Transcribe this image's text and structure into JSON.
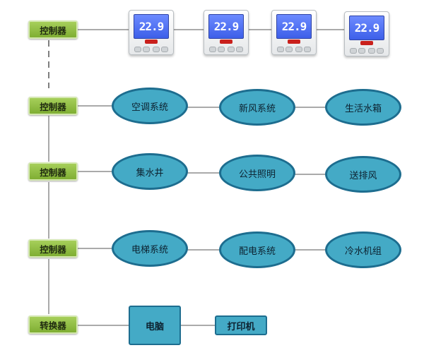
{
  "diagram": {
    "controllers": [
      {
        "label": "控制器"
      },
      {
        "label": "控制器"
      },
      {
        "label": "控制器"
      },
      {
        "label": "控制器"
      },
      {
        "label": "转换器"
      }
    ],
    "thermostats": [
      {
        "reading": "22.9"
      },
      {
        "reading": "22.9"
      },
      {
        "reading": "22.9"
      },
      {
        "reading": "22.9"
      }
    ],
    "row2": [
      "空调系统",
      "新风系统",
      "生活水箱"
    ],
    "row3": [
      "集水井",
      "公共照明",
      "送排风"
    ],
    "row4": [
      "电梯系统",
      "配电系统",
      "冷水机组"
    ],
    "row5": [
      "电脑",
      "打印机"
    ]
  },
  "colors": {
    "controller_green": "#8fbf3f",
    "node_blue": "#44aac6",
    "node_border": "#1d6d8f",
    "line": "#555555"
  }
}
